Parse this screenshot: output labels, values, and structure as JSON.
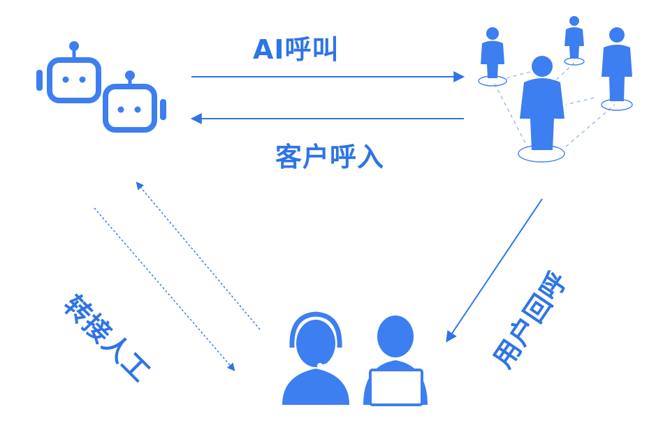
{
  "labels": {
    "ai_call": "AI呼叫",
    "customer_inbound": "客户呼入",
    "transfer_to_human": "转接人工",
    "user_callback": "用户回呼"
  },
  "colors": {
    "primary": "#2f74e6",
    "icon": "#3d7ef0",
    "icon_light": "#dbe8ff"
  },
  "nodes": {
    "robots": "robot-icon",
    "customers": "customer-group-icon",
    "agents": "call-center-agent-icon"
  }
}
